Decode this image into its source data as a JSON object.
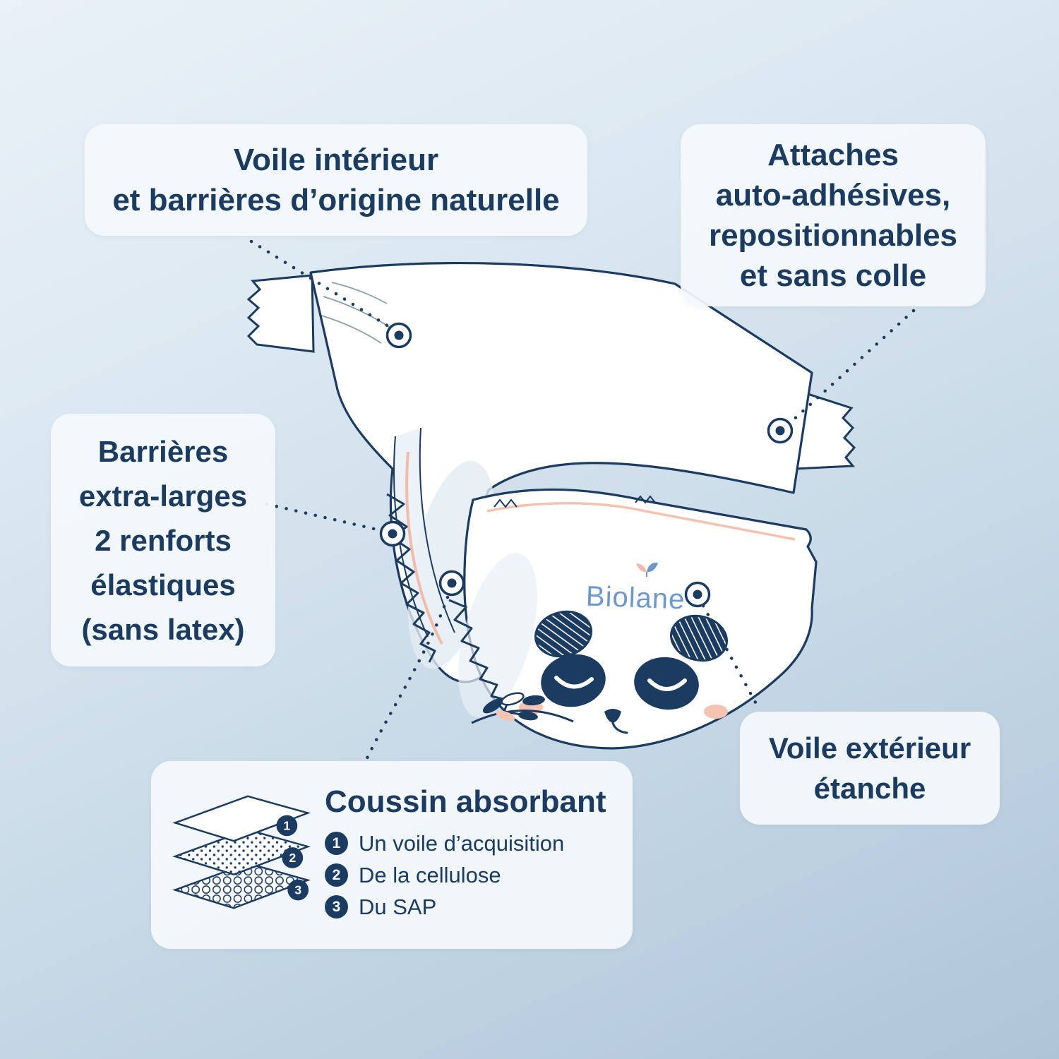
{
  "brand": {
    "name": "Biolane"
  },
  "colors": {
    "navy": "#1c3b60",
    "peach": "#f1bcab",
    "brand_blue": "#6d98cb",
    "callout_bg": "#f4f9fc",
    "background_top": "#eaf1f8",
    "background_bottom": "#aec5d8"
  },
  "callouts": {
    "voile_interieur": {
      "lines": [
        "Voile intérieur",
        "et barrières d’origine naturelle"
      ]
    },
    "attaches": {
      "lines": [
        "Attaches",
        "auto-adhésives,",
        "repositionnables",
        "et sans colle"
      ]
    },
    "barrieres": {
      "lines": [
        "Barrières",
        "extra-larges",
        "2 renforts",
        "élastiques",
        "(sans latex)"
      ]
    },
    "voile_exterieur": {
      "lines": [
        "Voile extérieur",
        "étanche"
      ]
    },
    "coussin": {
      "title": "Coussin absorbant",
      "items": [
        {
          "num": "1",
          "text": "Un voile d’acquisition"
        },
        {
          "num": "2",
          "text": "De la cellulose"
        },
        {
          "num": "3",
          "text": "Du SAP"
        }
      ]
    }
  },
  "icons": {
    "layers_icon": "absorbent-layers-icon",
    "marker_icon": "point-marker-icon",
    "panda": "panda-face-illustration",
    "plant": "biolane-plant-icon"
  }
}
